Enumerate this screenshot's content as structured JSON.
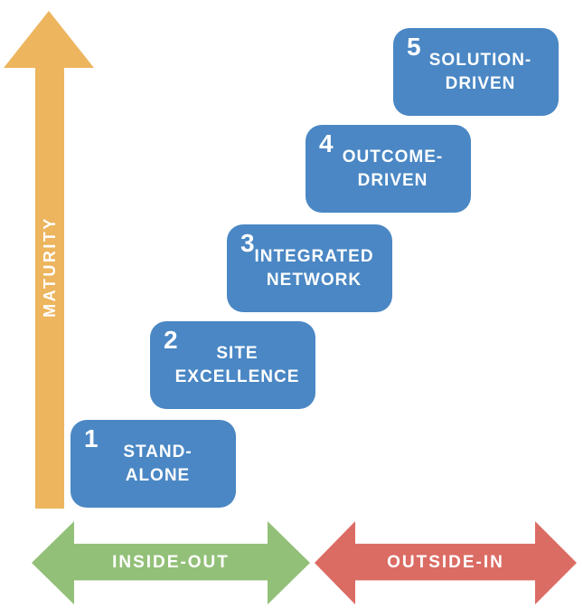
{
  "colors": {
    "box_blue": "#4A87C4",
    "axis_yellow": "#ECB55E",
    "inside_out_green": "#93C078",
    "outside_in_red": "#DB6C64",
    "label_white": "#FFFFFF"
  },
  "axes": {
    "maturity": {
      "label": "MATURITY"
    },
    "inside_out": {
      "label": "INSIDE-OUT"
    },
    "outside_in": {
      "label": "OUTSIDE-IN"
    }
  },
  "steps": [
    {
      "number": "1",
      "label": "STAND-\nALONE"
    },
    {
      "number": "2",
      "label": "SITE\nEXCELLENCE"
    },
    {
      "number": "3",
      "label": "INTEGRATED\nNETWORK"
    },
    {
      "number": "4",
      "label": "OUTCOME-\nDRIVEN"
    },
    {
      "number": "5",
      "label": "SOLUTION-\nDRIVEN"
    }
  ]
}
